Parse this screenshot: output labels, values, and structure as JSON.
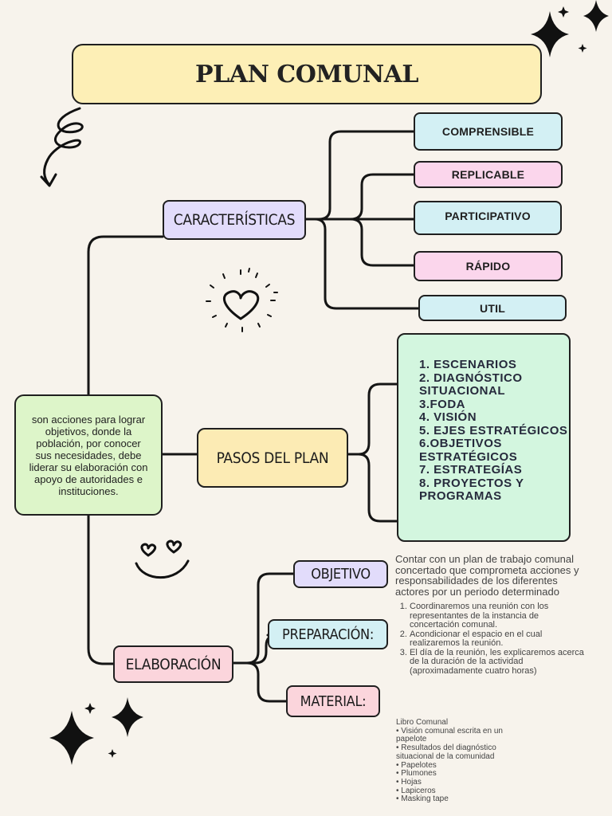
{
  "title": "PLAN COMUNAL",
  "definition": "son acciones para lograr objetivos, donde la población, por conocer sus necesidades, debe liderar su elaboración con apoyo de autoridades e instituciones.",
  "caracteristicas": {
    "label": "CARACTERÍSTICAS",
    "items": [
      "COMPRENSIBLE",
      "REPLICABLE",
      "PARTICIPATIVO",
      "RÁPIDO",
      "UTIL"
    ]
  },
  "pasos": {
    "label": "PASOS DEL PLAN",
    "steps": [
      "1. ESCENARIOS",
      "2. DIAGNÓSTICO SITUACIONAL",
      "3.FODA",
      "4. VISIÓN",
      "5. EJES ESTRATÉGICOS",
      "6.OBJETIVOS ESTRATÉGICOS",
      "7. ESTRATEGÍAS",
      "8. PROYECTOS Y PROGRAMAS"
    ]
  },
  "elaboracion": {
    "label": "ELABORACIÓN",
    "objetivo": {
      "label": "OBJETIVO",
      "text": "Contar con un plan de trabajo comunal concertado que comprometa acciones y responsabilidades de los diferentes actores por un periodo determinado"
    },
    "preparacion": {
      "label": "PREPARACIÓN:",
      "items": [
        "Coordinaremos una reunión con los representantes de la instancia de concertación comunal.",
        "Acondicionar el espacio en el cual realizaremos la reunión.",
        "El día de la reunión, les explicaremos acerca de la duración de la actividad (aproximadamente cuatro horas)"
      ]
    },
    "material": {
      "label": "MATERIAL:",
      "items": [
        "Libro Comunal",
        "• Visión comunal escrita en un papelote",
        "• Resultados del diagnóstico situacional de la comunidad",
        "• Papelotes",
        "• Plumones",
        "• Hojas",
        "• Lapiceros",
        "• Masking tape"
      ]
    }
  },
  "icons": [
    "sparkle-icon",
    "swirl-arrow-icon",
    "heart-icon",
    "smiley-icon"
  ],
  "colors": {
    "background": "#f7f3ec",
    "title_box": "#fdefb6",
    "cyan_box": "#d3f0f4",
    "pink_box": "#fbd6ec",
    "lavender_box": "#e2dcfb",
    "yellow_box": "#fcebb4",
    "green_box": "#ddf5c9",
    "mint_box": "#d3f6df",
    "rose_box": "#fbd5dc"
  }
}
